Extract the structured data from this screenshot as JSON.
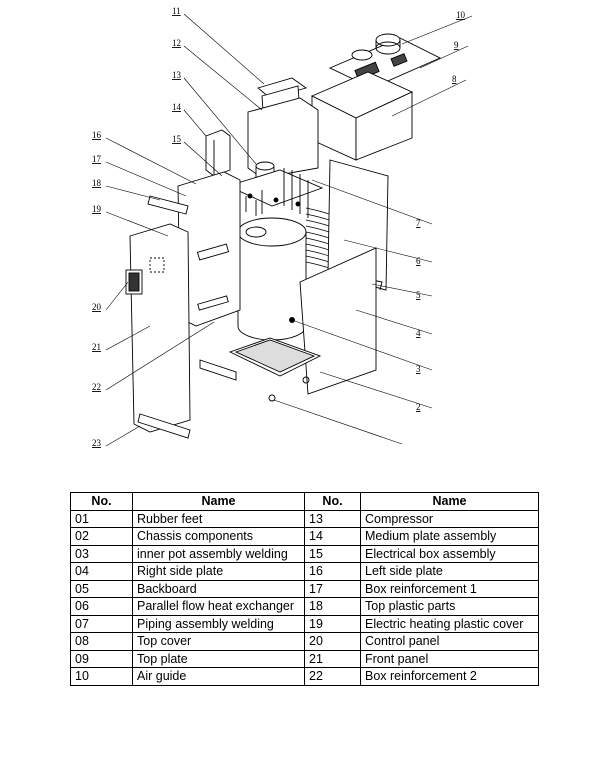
{
  "diagram": {
    "callouts": [
      "11",
      "12",
      "13",
      "14",
      "15",
      "16",
      "17",
      "18",
      "19",
      "20",
      "21",
      "22",
      "23",
      "10",
      "9",
      "8",
      "7",
      "6",
      "5",
      "4",
      "3",
      "2"
    ]
  },
  "table": {
    "headers": [
      "No.",
      "Name",
      "No.",
      "Name"
    ],
    "rows": [
      {
        "no1": "01",
        "name1": "Rubber feet",
        "no2": "13",
        "name2": "Compressor"
      },
      {
        "no1": "02",
        "name1": "Chassis components",
        "no2": "14",
        "name2": "Medium plate assembly"
      },
      {
        "no1": "03",
        "name1": "inner pot assembly welding",
        "no2": "15",
        "name2": "Electrical box assembly"
      },
      {
        "no1": "04",
        "name1": "Right side plate",
        "no2": "16",
        "name2": "Left side plate"
      },
      {
        "no1": "05",
        "name1": "Backboard",
        "no2": "17",
        "name2": "Box reinforcement 1"
      },
      {
        "no1": "06",
        "name1": "Parallel flow heat exchanger",
        "no2": "18",
        "name2": "Top plastic parts"
      },
      {
        "no1": "07",
        "name1": "Piping assembly welding",
        "no2": "19",
        "name2": "Electric heating plastic cover"
      },
      {
        "no1": "08",
        "name1": "Top cover",
        "no2": "20",
        "name2": "Control panel"
      },
      {
        "no1": "09",
        "name1": "Top plate",
        "no2": "21",
        "name2": "Front panel"
      },
      {
        "no1": "10",
        "name1": "Air guide",
        "no2": "22",
        "name2": "Box reinforcement 2"
      }
    ]
  }
}
